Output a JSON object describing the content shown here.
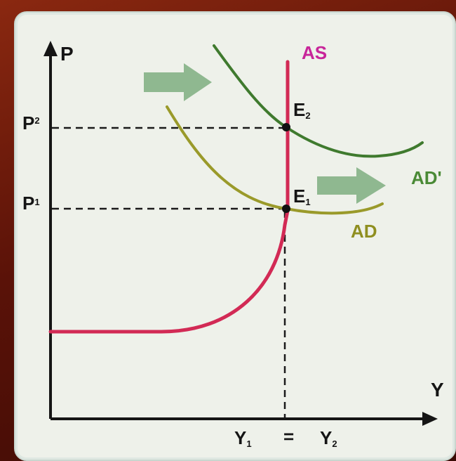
{
  "labels": {
    "p_axis": "P",
    "y_axis": "Y",
    "as_curve": "AS",
    "ad_curve": "AD",
    "ad_shifted_curve": "AD'",
    "e1": "E",
    "e1_sub": "1",
    "e2": "E",
    "e2_sub": "2",
    "p1": "P",
    "p1_sub": "1",
    "p2": "P",
    "p2_sub": "2",
    "y1": "Y",
    "y1_sub": "1",
    "equals": "=",
    "y2": "Y",
    "y2_sub": "2"
  },
  "colors": {
    "as_curve": "#d22a55",
    "as_label": "#c8259a",
    "ad_curve": "#9a9a2a",
    "ad_label": "#8f8f20",
    "ad_shifted_curve": "#3f7a2e",
    "ad_shifted_label": "#4a8a36",
    "arrow": "#8fb890",
    "axis": "#151515",
    "dash": "#1a1a1a"
  },
  "icons": [
    "shift-right-arrow-icon",
    "shift-right-arrow-icon"
  ]
}
